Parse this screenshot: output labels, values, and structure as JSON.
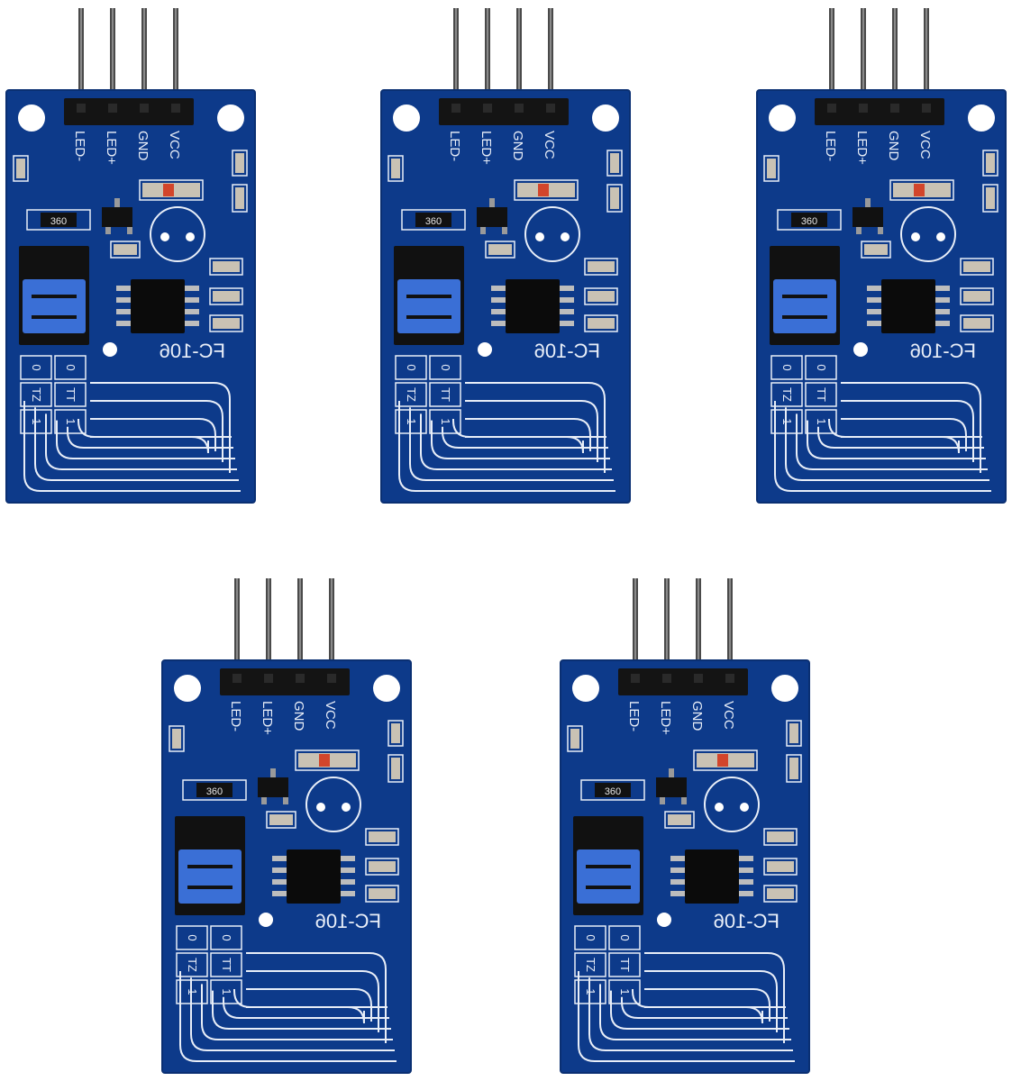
{
  "product": {
    "quantity_shown": 5,
    "model_label": "FC-106",
    "pin_labels": [
      "LED-",
      "LED+",
      "GND",
      "VCC"
    ],
    "resistor_code": "360",
    "touch_pad_labels": [
      [
        "0",
        "0"
      ],
      [
        "TZ",
        "TT"
      ],
      [
        "1",
        "1"
      ]
    ]
  },
  "colors": {
    "pcb": "#0d3a8a",
    "pcb_edge": "#0a2f72",
    "silkscreen": "#e8eef8",
    "jumper": "#3a6fd6",
    "header": "#141414",
    "pins": "#4a4a4a"
  }
}
